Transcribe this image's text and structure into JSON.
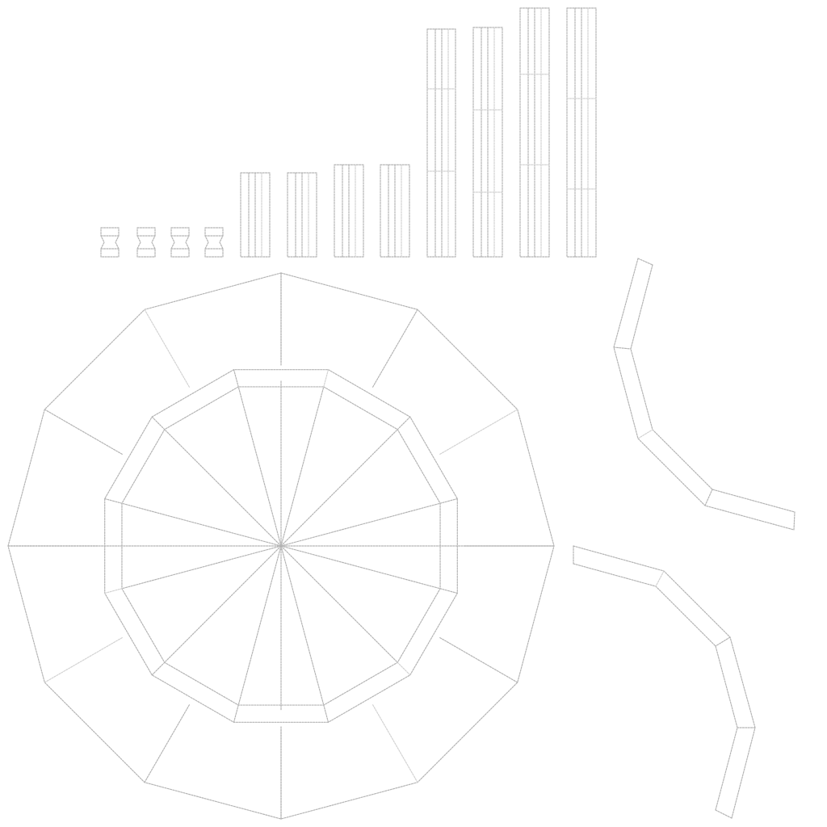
{
  "colors": {
    "background": "#ffffff",
    "edge": "#b4b4b4",
    "edge_faint": "#d2d2d2"
  },
  "view": {
    "kind": "uv-wireframe",
    "islands": [
      "pillar-strips",
      "dodecagon-disc",
      "curved-strip-upper",
      "curved-strip-lower"
    ]
  }
}
